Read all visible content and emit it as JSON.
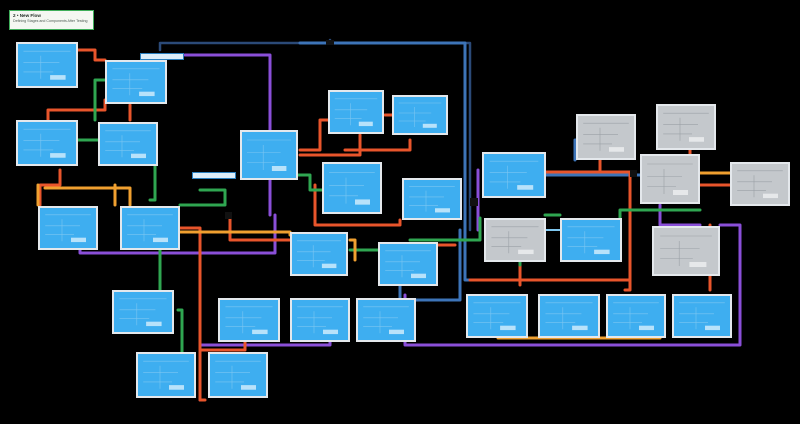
{
  "title": {
    "heading": "2 • New Flow",
    "subheading": "Defining Stages and Components After Testing"
  },
  "colors": {
    "background": "#000000",
    "screen_fill": "#3eaef0",
    "screen_fill_gray": "#c4c8cc",
    "frame": "#e4e8ec",
    "orange": "#e8552b",
    "purple": "#8a4fd8",
    "blue": "#3d74b8",
    "green": "#2fa651",
    "amber": "#f0a030",
    "navy": "#2b4a78"
  },
  "screens": [
    {
      "id": "s01",
      "variant": "blue"
    },
    {
      "id": "s02",
      "variant": "blue"
    },
    {
      "id": "s03",
      "variant": "blue"
    },
    {
      "id": "s04",
      "variant": "blue"
    },
    {
      "id": "s05",
      "variant": "blue"
    },
    {
      "id": "s06",
      "variant": "blue"
    },
    {
      "id": "s07",
      "variant": "blue"
    },
    {
      "id": "s08",
      "variant": "blue"
    },
    {
      "id": "s09",
      "variant": "blue"
    },
    {
      "id": "s10",
      "variant": "blue"
    },
    {
      "id": "s11",
      "variant": "blue"
    },
    {
      "id": "s12",
      "variant": "blue"
    },
    {
      "id": "s13",
      "variant": "blue"
    },
    {
      "id": "s14",
      "variant": "blue"
    },
    {
      "id": "s15",
      "variant": "blue"
    },
    {
      "id": "s16",
      "variant": "blue"
    },
    {
      "id": "s17",
      "variant": "blue"
    },
    {
      "id": "s18",
      "variant": "blue"
    },
    {
      "id": "s19",
      "variant": "blue"
    },
    {
      "id": "s20",
      "variant": "blue"
    },
    {
      "id": "s21",
      "variant": "blue"
    },
    {
      "id": "s22",
      "variant": "blue"
    },
    {
      "id": "s23",
      "variant": "blue"
    },
    {
      "id": "s24",
      "variant": "gray"
    },
    {
      "id": "s25",
      "variant": "blue"
    },
    {
      "id": "s26",
      "variant": "gray"
    },
    {
      "id": "s27",
      "variant": "gray"
    },
    {
      "id": "s28",
      "variant": "gray"
    },
    {
      "id": "s29",
      "variant": "gray"
    },
    {
      "id": "s30",
      "variant": "gray"
    },
    {
      "id": "s31",
      "variant": "blue"
    },
    {
      "id": "s32",
      "variant": "blue"
    },
    {
      "id": "s33",
      "variant": "blue"
    },
    {
      "id": "s34",
      "variant": "blue"
    }
  ]
}
